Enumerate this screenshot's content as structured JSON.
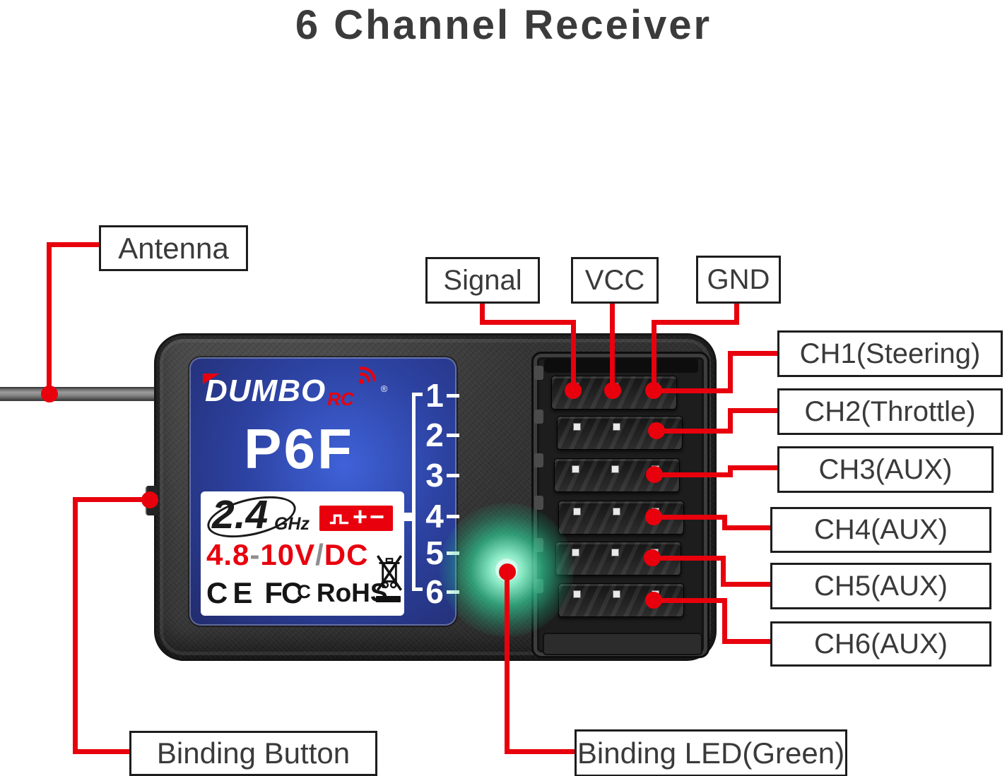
{
  "title": "6 Channel Receiver",
  "callouts": {
    "antenna": "Antenna",
    "signal": "Signal",
    "vcc": "VCC",
    "gnd": "GND",
    "ch1": "CH1(Steering)",
    "ch2": "CH2(Throttle)",
    "ch3": "CH3(AUX)",
    "ch4": "CH4(AUX)",
    "ch5": "CH5(AUX)",
    "ch6": "CH6(AUX)",
    "binding_button": "Binding Button",
    "binding_led": "Binding LED(Green)"
  },
  "device": {
    "brand": "DUMBO",
    "brand_suffix": "RC",
    "registered_mark": "®",
    "model": "P6F",
    "frequency": "2.4",
    "frequency_unit": "GHz",
    "power_symbols": {
      "pulse": "pulse-waveform-icon",
      "plus": "+",
      "minus": "−"
    },
    "voltage_range": "4.8",
    "voltage_dash": "-",
    "voltage_max": "10V",
    "voltage_separator": "/",
    "voltage_type": "DC",
    "certifications": {
      "ce": "CE",
      "fcc": "FC",
      "fcc_inner": "C",
      "rohs": "RoHS",
      "weee": "weee-crossed-bin-icon"
    },
    "channel_numbers": [
      "1",
      "2",
      "3",
      "4",
      "5",
      "6"
    ]
  },
  "colors": {
    "callout_red": "#e8000d",
    "label_blue_dark": "#222c6d",
    "label_blue_light": "#3f62d8",
    "led_green": "#2fe3a4",
    "body_gray": "#333333"
  },
  "icons": {
    "wifi": "wifi-signal-icon",
    "pulse": "pulse-waveform-icon",
    "weee": "weee-crossed-bin-icon"
  }
}
